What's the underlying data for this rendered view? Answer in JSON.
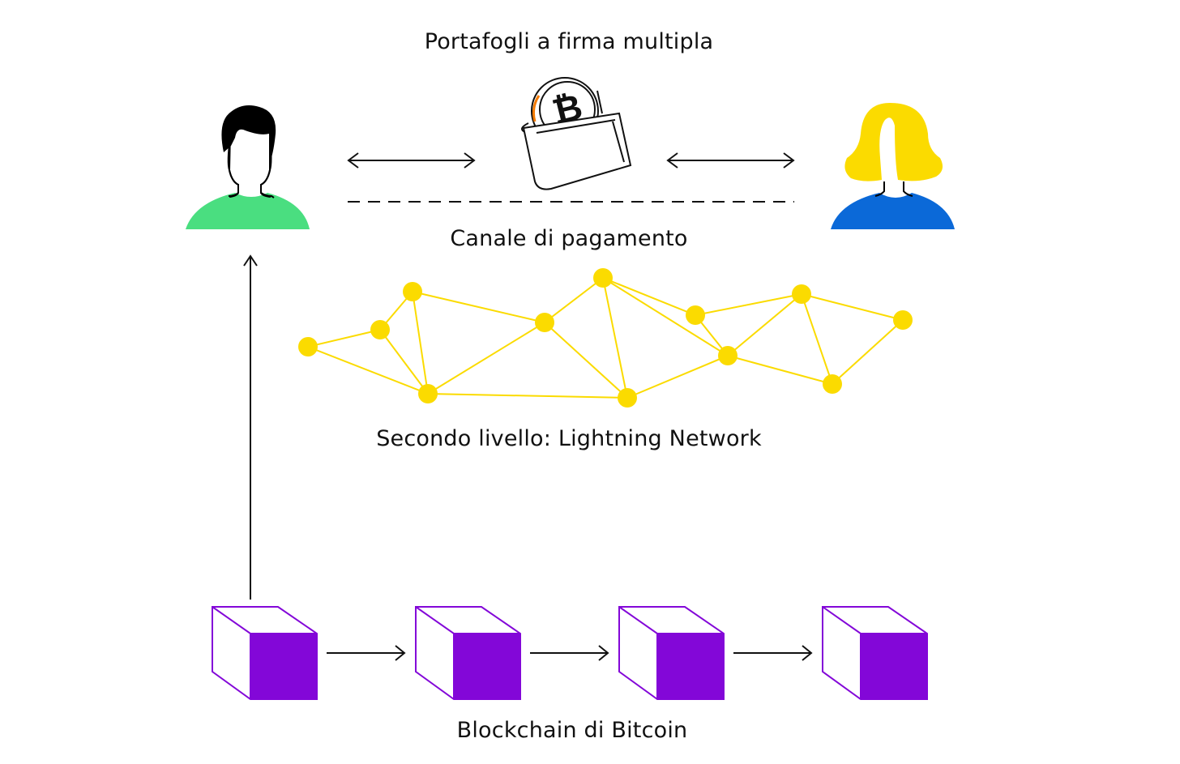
{
  "title": "Portafogli a firma multipla",
  "labels": {
    "multisig": "Portafogli a firma multipla",
    "payment_channel": "Canale di pagamento",
    "second_layer": "Secondo livello: Lightning Network",
    "blockchain": "Blockchain di Bitcoin"
  },
  "actors": [
    {
      "name": "user-male",
      "hair_color": "#000000",
      "shirt_color": "#4ade80"
    },
    {
      "name": "user-female",
      "hair_color": "#fbdb00",
      "shirt_color": "#0b69d8"
    }
  ],
  "wallet": {
    "icon": "bitcoin-wallet-icon",
    "coin_symbol": "₿",
    "accent": "#f47a00"
  },
  "colors": {
    "network": "#fbdb00",
    "block": "#8307d8",
    "line": "#111111"
  },
  "network": {
    "nodes": [
      "A",
      "B",
      "C",
      "D",
      "E",
      "F",
      "G",
      "H",
      "I",
      "J",
      "K",
      "L"
    ],
    "edges": [
      [
        "A",
        "B"
      ],
      [
        "A",
        "D"
      ],
      [
        "B",
        "C"
      ],
      [
        "B",
        "D"
      ],
      [
        "C",
        "D"
      ],
      [
        "C",
        "E"
      ],
      [
        "D",
        "E"
      ],
      [
        "D",
        "G"
      ],
      [
        "E",
        "G"
      ],
      [
        "F",
        "E"
      ],
      [
        "F",
        "G"
      ],
      [
        "F",
        "H"
      ],
      [
        "F",
        "I"
      ],
      [
        "H",
        "I"
      ],
      [
        "H",
        "J"
      ],
      [
        "I",
        "J"
      ],
      [
        "G",
        "I"
      ],
      [
        "I",
        "K"
      ],
      [
        "J",
        "K"
      ],
      [
        "J",
        "L"
      ],
      [
        "K",
        "L"
      ]
    ]
  },
  "blockchain": {
    "block_count": 4
  }
}
